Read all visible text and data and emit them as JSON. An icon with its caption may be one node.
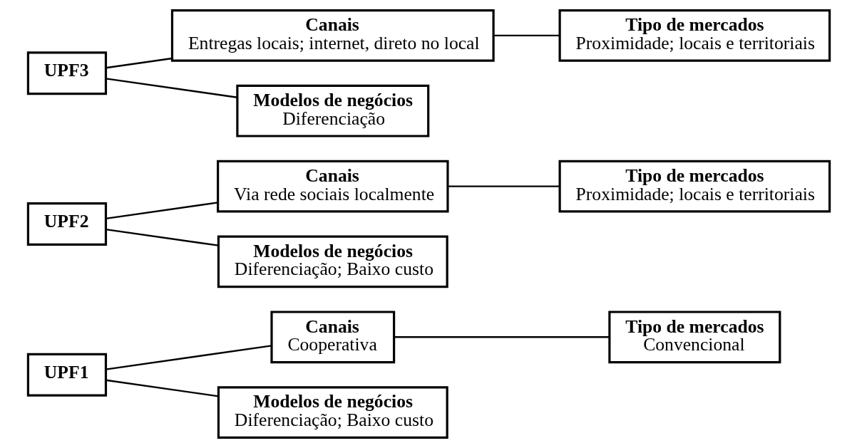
{
  "diagram": {
    "nodes": [
      {
        "text": [
          "UPF1"
        ]
      },
      {
        "text": [
          "Canais",
          "Cooperativa"
        ]
      },
      {
        "text": [
          "Tipo de mercados",
          "Convencional"
        ]
      },
      {
        "text": [
          "Modelos de negócios",
          "Diferenciação; Baixo custo"
        ]
      },
      {
        "text": [
          "UPF2"
        ]
      },
      {
        "text": [
          "Canais",
          "Via rede sociais localmente"
        ]
      },
      {
        "text": [
          "Tipo de mercados",
          "Proximidade; locais e territoriais"
        ]
      },
      {
        "text": [
          "Modelos de negócios",
          "Diferenciação; Baixo custo"
        ]
      },
      {
        "text": [
          "UPF3"
        ]
      },
      {
        "text": [
          "Canais",
          "Entregas locais; internet, direto no local"
        ]
      },
      {
        "text": [
          "Tipo de mercados",
          "Proximidade; locais e territoriais"
        ]
      },
      {
        "text": [
          "Modelos de negócios",
          "Diferenciação"
        ]
      }
    ],
    "edges": [
      {
        "from": 0,
        "to": 1,
        "arrow": "none"
      },
      {
        "from": 1,
        "to": 2,
        "arrow": "none"
      },
      {
        "from": 0,
        "to": 3,
        "arrow": "none"
      },
      {
        "from": 4,
        "to": 5,
        "arrow": "none"
      },
      {
        "from": 5,
        "to": 6,
        "arrow": "none"
      },
      {
        "from": 4,
        "to": 7,
        "arrow": "none"
      },
      {
        "from": 8,
        "to": 9,
        "arrow": "none"
      },
      {
        "from": 9,
        "to": 10,
        "arrow": "none"
      },
      {
        "from": 8,
        "to": 11,
        "arrow": "none"
      }
    ]
  }
}
